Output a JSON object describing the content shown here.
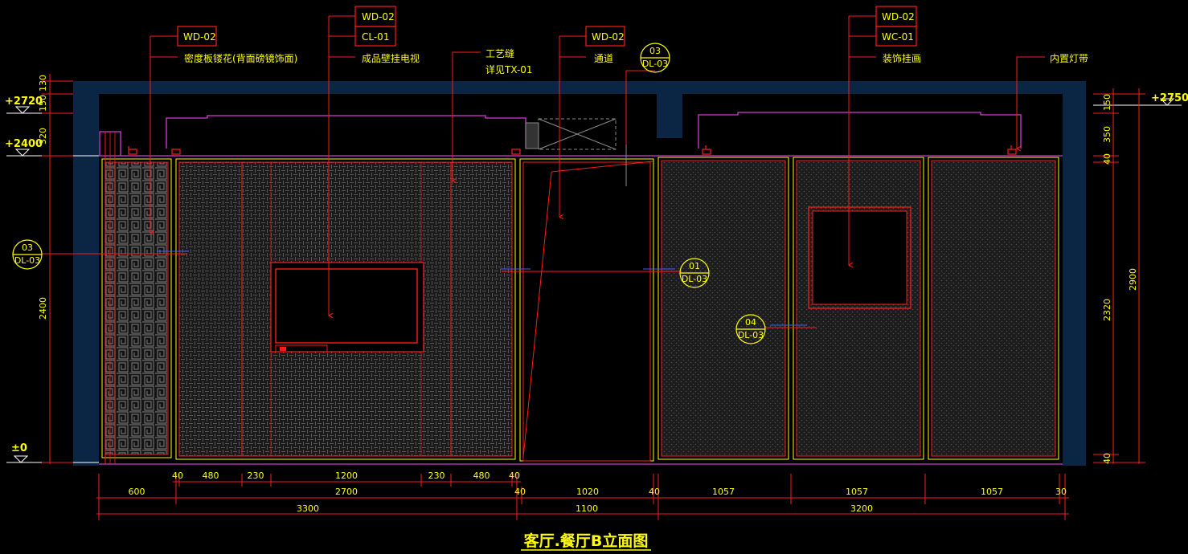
{
  "title": "客厅.餐厅B立面图",
  "callouts": {
    "left_wd": "WD-02",
    "left_text": "密度板镂花(背面磅镜饰面)",
    "tv_wd": "WD-02",
    "tv_cl": "CL-01",
    "tv_text": "成品壁挂电视",
    "seam_text": "工艺缝",
    "seam_sub": "详见TX-01",
    "pass_wd": "WD-02",
    "pass_text": "通道",
    "art_wd": "WD-02",
    "art_wc": "WC-01",
    "art_text": "装饰挂画",
    "light_text": "内置灯带"
  },
  "sections": [
    {
      "num": "03",
      "ref": "DL-03"
    },
    {
      "num": "03",
      "ref": "DL-03"
    },
    {
      "num": "01",
      "ref": "DL-03"
    },
    {
      "num": "04",
      "ref": "DL-03"
    }
  ],
  "levels": {
    "left_top": "+2720",
    "left_mid": "+2400",
    "left_zero": "±0",
    "right_top": "+2750"
  },
  "dims_left": [
    "130",
    "150",
    "320",
    "2400"
  ],
  "dims_right": [
    "150",
    "350",
    "40",
    "2320",
    "40",
    "2900"
  ],
  "dims_bottom_row1": [
    "40",
    "480",
    "230",
    "1200",
    "230",
    "480",
    "40"
  ],
  "dims_bottom_row2": [
    "600",
    "2700",
    "40",
    "1020",
    "40",
    "1057",
    "1057",
    "1057",
    "30"
  ],
  "dims_bottom_row3": [
    "3300",
    "1100",
    "3200"
  ],
  "colors": {
    "background": "#000000",
    "wall": "#0b2545",
    "red": "#ff1a1a",
    "yellow": "#ffff00",
    "magenta": "#d13cd1",
    "white": "#ffffff",
    "gray": "#8a8a8a"
  }
}
